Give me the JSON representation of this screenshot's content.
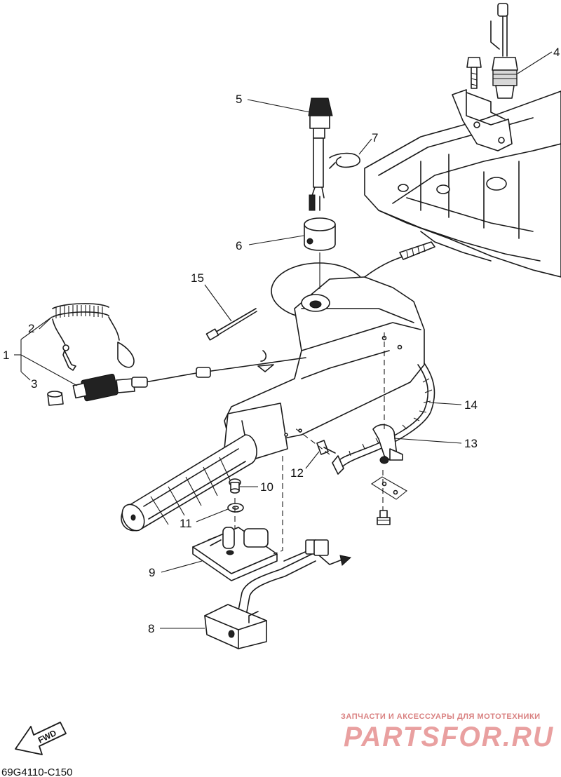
{
  "diagram": {
    "callouts": [
      {
        "id": "1",
        "label": "1"
      },
      {
        "id": "2",
        "label": "2"
      },
      {
        "id": "3",
        "label": "3"
      },
      {
        "id": "4",
        "label": "4"
      },
      {
        "id": "5",
        "label": "5"
      },
      {
        "id": "6",
        "label": "6"
      },
      {
        "id": "7",
        "label": "7"
      },
      {
        "id": "8",
        "label": "8"
      },
      {
        "id": "9",
        "label": "9"
      },
      {
        "id": "10",
        "label": "10"
      },
      {
        "id": "11",
        "label": "11"
      },
      {
        "id": "12",
        "label": "12"
      },
      {
        "id": "13",
        "label": "13"
      },
      {
        "id": "14",
        "label": "14"
      },
      {
        "id": "15",
        "label": "15"
      }
    ],
    "direction_label": "FWD",
    "drawing_code": "69G4110-C150"
  },
  "watermark": {
    "tagline": "ЗАПЧАСТИ И АКСЕССУАРЫ ДЛЯ МОТОТЕХНИКИ",
    "brand": "PARTSFOR.RU",
    "color": "#e9a0a0"
  }
}
